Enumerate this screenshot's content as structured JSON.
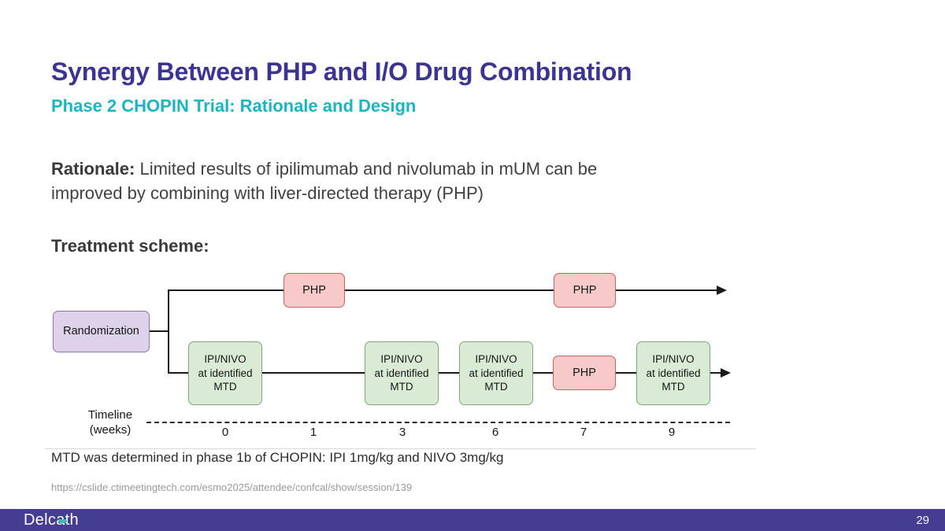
{
  "slide": {
    "title": "Synergy Between PHP and I/O Drug Combination",
    "subtitle": "Phase 2 CHOPIN Trial: Rationale and Design",
    "rationale": {
      "label": "Rationale:",
      "text": " Limited results of ipilimumab and nivolumab in mUM can be\nimproved by combining with liver-directed therapy (PHP)"
    },
    "treatment_scheme_label": "Treatment scheme:",
    "footnote": "MTD was determined in phase 1b of CHOPIN: IPI 1mg/kg and NIVO 3mg/kg",
    "source_url": "https://cslide.ctimeetingtech.com/esmo2025/attendee/confcal/show/session/139"
  },
  "diagram": {
    "boxes": {
      "randomization": "Randomization",
      "php": "PHP",
      "ipi_nivo": "IPI/NIVO\nat identified\nMTD"
    },
    "timeline": {
      "label": "Timeline\n(weeks)",
      "ticks": [
        "0",
        "1",
        "3",
        "6",
        "7",
        "9"
      ]
    },
    "colors": {
      "randomization_fill": "#ddd2e9",
      "randomization_border": "#9472b0",
      "php_fill": "#f7caca",
      "php_border": "#c4625e",
      "ipi_nivo_fill": "#d9ead5",
      "ipi_nivo_border": "#7ea878"
    }
  },
  "theme": {
    "title_color": "#3b3492",
    "subtitle_color": "#17b6c1"
  },
  "footer": {
    "logo_text": "Delcath",
    "page_number": "29",
    "bar_color": "#443d92"
  }
}
